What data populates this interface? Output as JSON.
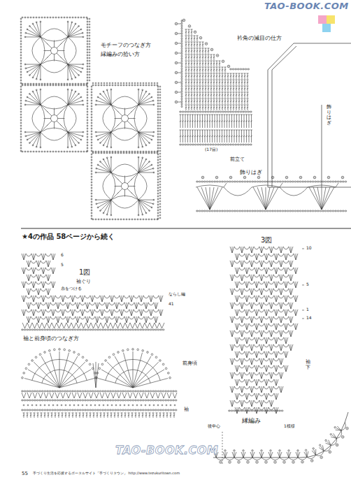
{
  "diagram": {
    "labels": [
      "TAO-BOOK.COM",
      "モチーフのつなぎ方",
      "縁編みの拾い方",
      "衿角の減目の仕方",
      "(17目)",
      "前立て",
      "飾りはぎ",
      "飾りはぎ",
      "★4の作品 58ページから続く",
      "1図",
      "袖ぐり",
      "6",
      "5",
      "糸をつける",
      "ならし編",
      "41",
      "袖と前身頃のつなぎ方",
      "前身頃",
      "袖",
      "3図",
      "10",
      "5",
      "1",
      "14",
      "袖下",
      "縁編み",
      "後中心",
      "1模様",
      "TAO-BOOK.COM",
      "55",
      "手づくり生活を応援するポータルサイト「手づくりタウン」 http://www.tezukuritown.com"
    ]
  }
}
